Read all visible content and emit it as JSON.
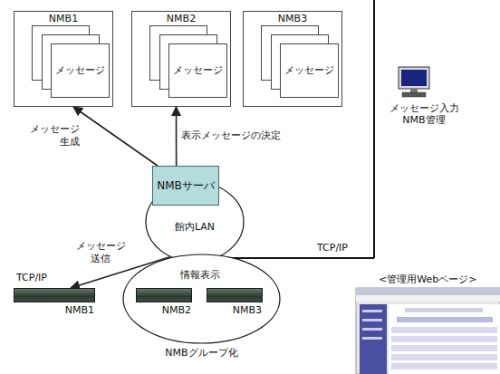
{
  "diagram": {
    "nodes": [
      {
        "text": [
          "NMB1"
        ]
      },
      {
        "text": [
          "メッセージ"
        ],
        "in": 0
      },
      {
        "text": [
          "NMB2"
        ]
      },
      {
        "text": [
          "メッセージ"
        ],
        "in": 2
      },
      {
        "text": [
          "NMB3"
        ]
      },
      {
        "text": [
          "メッセージ"
        ],
        "in": 4
      },
      {
        "text": [
          "メッセージ入力 NMB管理"
        ]
      },
      {
        "text": [
          "NMBサーバ"
        ]
      },
      {
        "text": [
          "館内LAN"
        ]
      },
      {
        "text": [
          "NMB1"
        ]
      },
      {
        "text": [
          "NMBグループ化"
        ]
      },
      {
        "text": [
          "NMB2"
        ],
        "in": 10
      },
      {
        "text": [
          "NMB3"
        ],
        "in": 10
      }
    ],
    "edges": [
      {
        "from": 7,
        "to": 0,
        "arrow": "to",
        "label": "メッセージ 生成"
      },
      {
        "from": 7,
        "to": 2,
        "arrow": "to",
        "label": "表示メッセージの決定"
      },
      {
        "from": 8,
        "to": 9,
        "arrow": "to",
        "label": "メッセージ 送信"
      },
      {
        "from": 8,
        "to": 11,
        "arrow": "to",
        "label": "情報表示"
      },
      {
        "from": 8,
        "to": 12,
        "arrow": "to"
      }
    ],
    "labels": [
      "TCP/IP",
      "TCP/IP",
      "<管理用Webページ>"
    ]
  }
}
